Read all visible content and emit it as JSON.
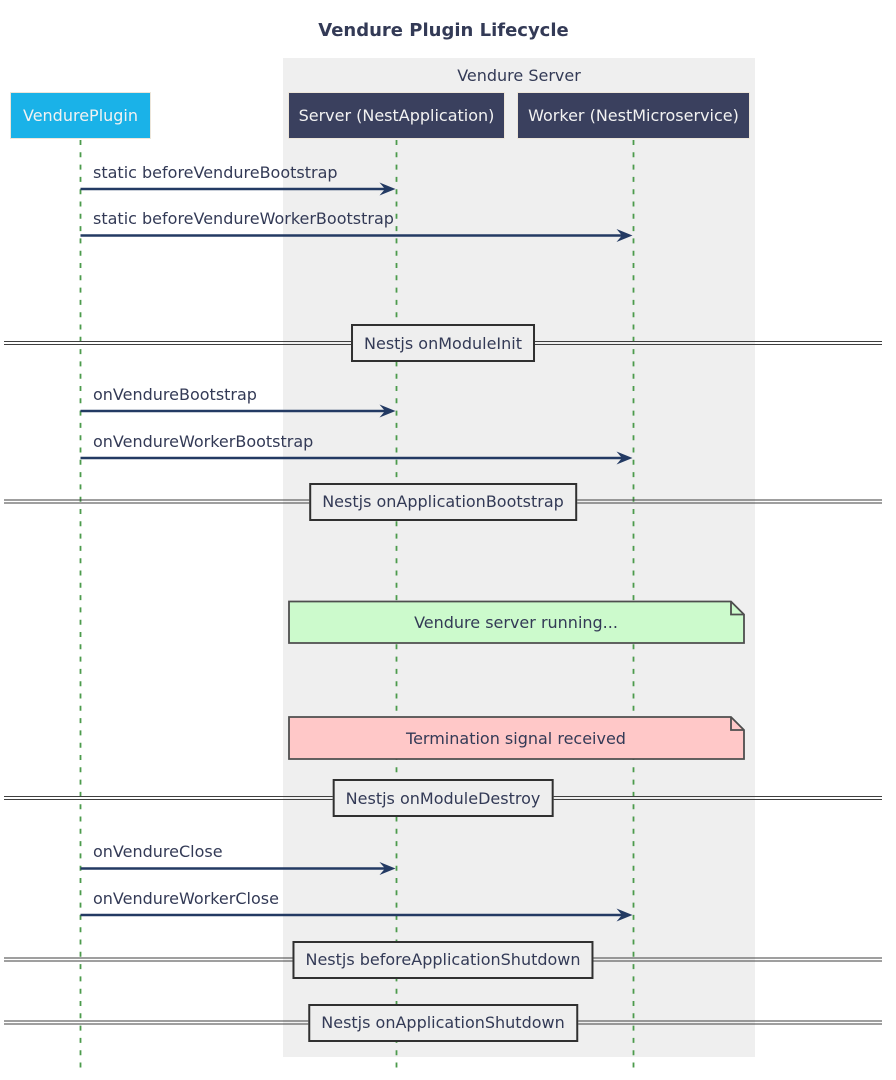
{
  "title": "Vendure Plugin Lifecycle",
  "diagram_type": "sequence-diagram",
  "colors": {
    "actor-cyan": "#1ab2e8",
    "actor-navy": "#3a405e",
    "actor-text": "#f2f2f2",
    "actor-border": "#ede6da",
    "text-navy": "#333a56",
    "arrow": "#233a63",
    "lifeline": "#4c9b4c",
    "group-bg": "#efefef",
    "divider-fill": "#eeeeee",
    "divider-border": "#303030",
    "divider-line": "#3f3f3f",
    "note-green": "#ccfacc",
    "note-pink": "#ffc8c8",
    "note-border": "#4e4e4e"
  },
  "group": {
    "label": "Vendure Server"
  },
  "actors": [
    {
      "name": "VendurePlugin"
    },
    {
      "name": "Server (NestApplication)"
    },
    {
      "name": "Worker (NestMicroservice)"
    }
  ],
  "messages": [
    {
      "label": "static beforeVendureBootstrap",
      "from": "VendurePlugin",
      "to": "Server (NestApplication)"
    },
    {
      "label": "static beforeVendureWorkerBootstrap",
      "from": "VendurePlugin",
      "to": "Worker (NestMicroservice)"
    },
    {
      "label": "onVendureBootstrap",
      "from": "VendurePlugin",
      "to": "Server (NestApplication)"
    },
    {
      "label": "onVendureWorkerBootstrap",
      "from": "VendurePlugin",
      "to": "Worker (NestMicroservice)"
    },
    {
      "label": "onVendureClose",
      "from": "VendurePlugin",
      "to": "Server (NestApplication)"
    },
    {
      "label": "onVendureWorkerClose",
      "from": "VendurePlugin",
      "to": "Worker (NestMicroservice)"
    }
  ],
  "dividers": [
    {
      "label": "Nestjs onModuleInit"
    },
    {
      "label": "Nestjs onApplicationBootstrap"
    },
    {
      "label": "Nestjs onModuleDestroy"
    },
    {
      "label": "Nestjs beforeApplicationShutdown"
    },
    {
      "label": "Nestjs onApplicationShutdown"
    }
  ],
  "notes": [
    {
      "label": "Vendure server running...",
      "color": "green"
    },
    {
      "label": "Termination signal received",
      "color": "pink"
    }
  ]
}
